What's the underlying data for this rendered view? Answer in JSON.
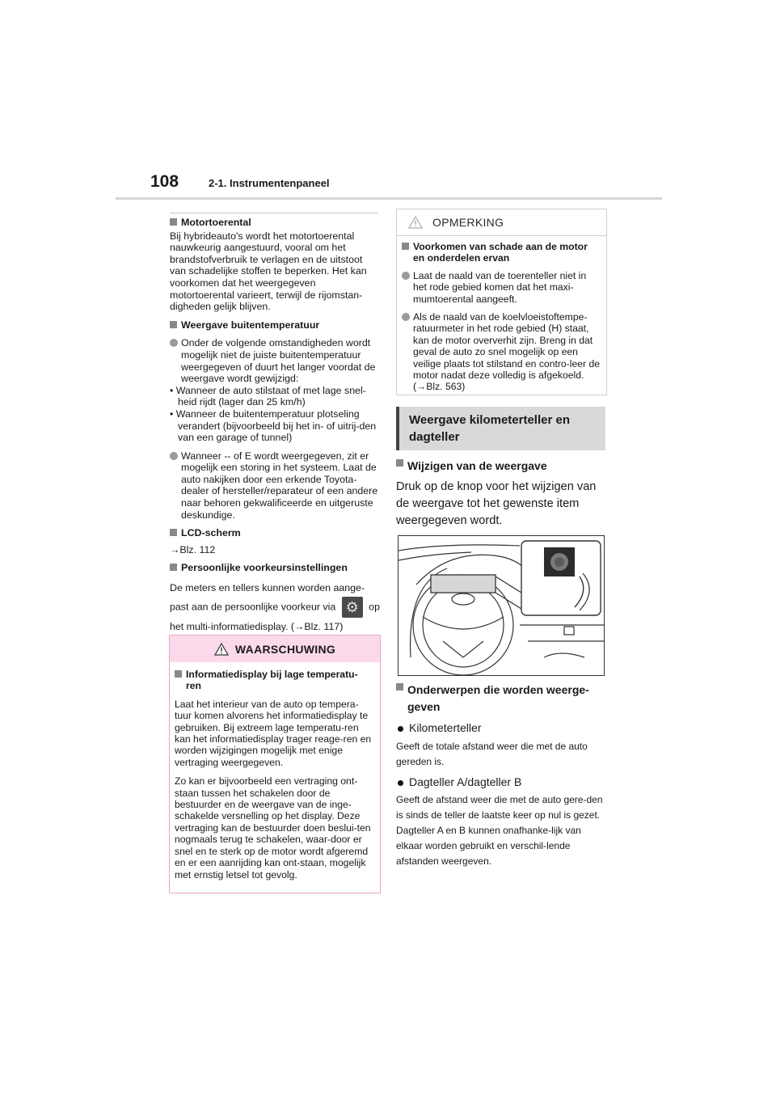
{
  "header": {
    "page_number": "108",
    "section": "2-1. Instrumentenpaneel"
  },
  "left": {
    "motor_head": "Motortoerental",
    "motor_text": "Bij hybrideauto's wordt het motortoerental nauwkeurig aangestuurd, vooral om het brandstofverbruik te verlagen en de uitstoot van schadelijke stoffen te beperken. Het kan voorkomen dat het weergegeven motortoerental varieert, terwijl de rijomstan-digheden gelijk blijven.",
    "temp_head": "Weergave buitentemperatuur",
    "temp_bullet1": "Onder de volgende omstandigheden wordt mogelijk niet de juiste buitentemperatuur weergegeven of duurt het langer voordat de weergave wordt gewijzigd:",
    "temp_sub1": "• Wanneer de auto stilstaat of met lage snel-heid rijdt (lager dan 25 km/h)",
    "temp_sub2": "• Wanneer de buitentemperatuur plotseling verandert (bijvoorbeeld bij het in- of uitrij-den van een garage of tunnel)",
    "temp_bullet2": "Wanneer -- of E wordt weergegeven, zit er mogelijk een storing in het systeem. Laat de auto nakijken door een erkende Toyota-dealer of hersteller/reparateur of een andere naar behoren gekwalificeerde en uitgeruste deskundige.",
    "lcd_head": "LCD-scherm",
    "lcd_ref": "→Blz. 112",
    "pers_head": "Persoonlijke voorkeursinstellingen",
    "pers_text1": "De meters en tellers kunnen worden aange-",
    "pers_text2a": "past aan de persoonlijke voorkeur via",
    "pers_text2b": "op",
    "pers_text3": "het multi-informatiedisplay. (→Blz. 117)"
  },
  "warning": {
    "title": "WAARSCHUWING",
    "head": "Informatiedisplay bij lage temperatu-ren",
    "para1": "Laat het interieur van de auto op tempera-tuur komen alvorens het informatiedisplay te gebruiken. Bij extreem lage temperatu-ren kan het informatiedisplay trager reage-ren en worden wijzigingen mogelijk met enige vertraging weergegeven.",
    "para2": "Zo kan er bijvoorbeeld een vertraging ont-staan tussen het schakelen door de bestuurder en de weergave van de inge-schakelde versnelling op het display. Deze vertraging kan de bestuurder doen beslui-ten nogmaals terug te schakelen, waar-door er snel en te sterk op de motor wordt afgeremd en er een aanrijding kan ont-staan, mogelijk met ernstig letsel tot gevolg."
  },
  "note": {
    "title": "OPMERKING",
    "head": "Voorkomen van schade aan de motor en onderdelen ervan",
    "bullet1": "Laat de naald van de toerenteller niet in het rode gebied komen dat het maxi-mumtoerental aangeeft.",
    "bullet2": "Als de naald van de koelvloeistoftempe-ratuurmeter in het rode gebied (H) staat, kan de motor oververhit zijn. Breng in dat geval de auto zo snel mogelijk op een veilige plaats tot stilstand en contro-leer de motor nadat deze volledig is afgekoeld. (→Blz. 563)"
  },
  "right": {
    "title": "Weergave kilometerteller en dagteller",
    "switch_head": "Wijzigen van de weergave",
    "switch_text": "Druk op de knop voor het wijzigen van de weergave tot het gewenste item weergegeven wordt.",
    "items_head": "Onderwerpen die worden weerge-geven",
    "odo_label": "Kilometerteller",
    "odo_text": "Geeft de totale afstand weer die met de auto gereden is.",
    "trip_label": "Dagteller A/dagteller B",
    "trip_text": "Geeft de afstand weer die met de auto gere-den is sinds de teller de laatste keer op nul is gezet. Dagteller A en B kunnen onafhanke-lijk van elkaar worden gebruikt en verschil-lende afstanden weergeven."
  }
}
